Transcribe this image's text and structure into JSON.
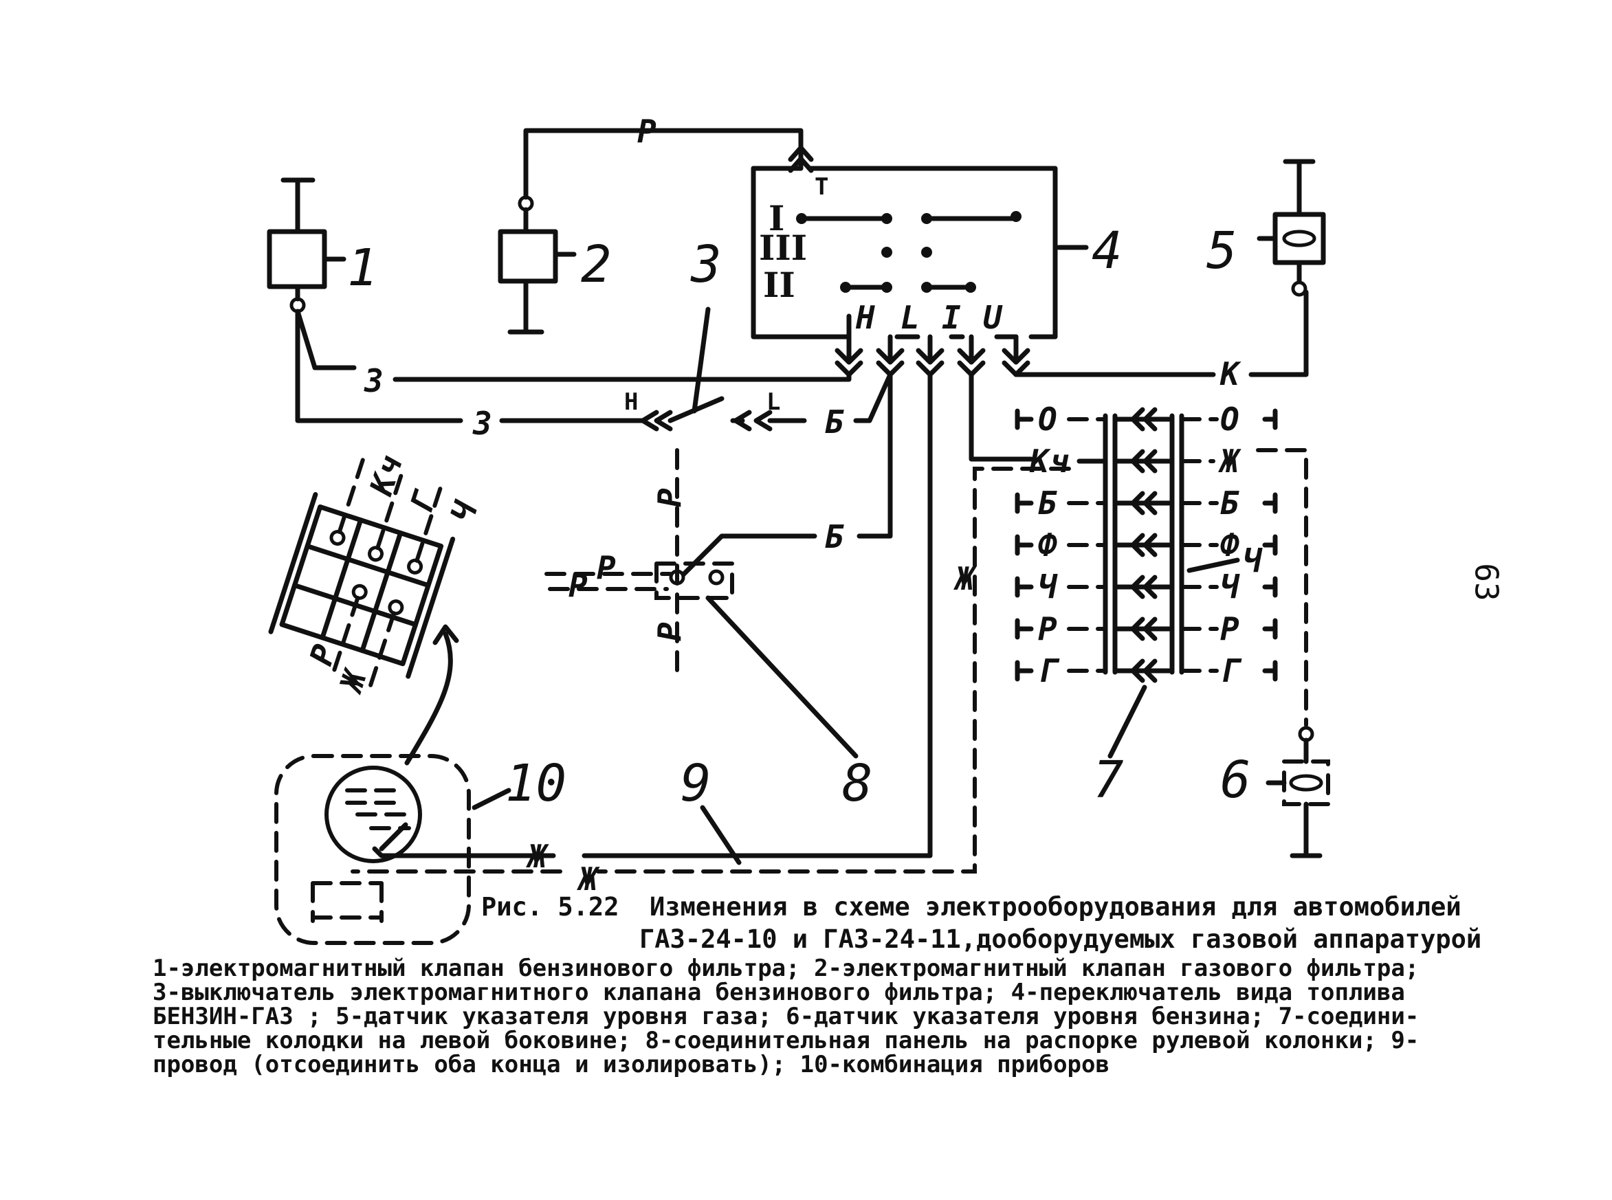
{
  "figure": {
    "caption_prefix": "Рис. 5.22",
    "caption_title": "Изменения в схеме электрооборудования для автомобилей",
    "caption_subtitle": "ГАЗ-24-10 и ГАЗ-24-11,дооборудуемых газовой аппаратурой",
    "legend_lines": [
      "1-электромагнитный клапан бензинового фильтра; 2-электромагнитный клапан газового фильтра;",
      "3-выключатель электромагнитного клапана бензинового фильтра; 4-переключатель вида топлива",
      "БЕНЗИН-ГАЗ ; 5-датчик указателя уровня газа; 6-датчик указателя уровня бензина; 7-соедини-",
      "тельные колодки на левой боковине; 8-соединительная панель на распорке рулевой колонки; 9-",
      "провод (отсоединить оба конца и изолировать); 10-комбинация приборов"
    ],
    "page_number": "63"
  },
  "component_numbers": [
    "1",
    "2",
    "3",
    "4",
    "5",
    "6",
    "7",
    "8",
    "9",
    "10"
  ],
  "switch_positions": [
    "I",
    "III",
    "II"
  ],
  "switch_terminals": [
    "Т",
    "Н",
    "L",
    "I",
    "U"
  ],
  "switch3_terminals": [
    "Н",
    "L"
  ],
  "wire_labels": {
    "r_top": "Р",
    "z1": "З",
    "z2": "З",
    "k": "К",
    "b1": "Б",
    "b2": "Б",
    "zh_panel": "Ж",
    "zh1": "Ж",
    "zh2": "Ж"
  },
  "block7": {
    "left": [
      "О",
      "Кч",
      "Б",
      "Ф",
      "Ч",
      "Р",
      "Г"
    ],
    "right": [
      "О",
      "Ж",
      "Б",
      "Ф",
      "Ч",
      "Р",
      "Г"
    ],
    "extra": "Ч"
  },
  "panel8": {
    "top": "Р",
    "bottom": "Р",
    "left1": "Р",
    "left2": "Р"
  },
  "panel10": {
    "labels": [
      "Кч",
      "Г",
      "Ч",
      "Р",
      "Ж"
    ]
  }
}
